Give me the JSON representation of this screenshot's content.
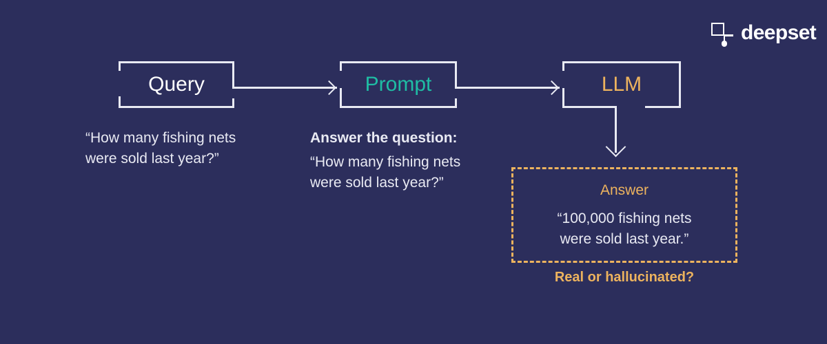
{
  "brand": {
    "name": "deepset",
    "logo_icon": "deepset-square-node-logo"
  },
  "colors": {
    "background": "#2c2e5c",
    "line": "#e9eaf3",
    "text": "#e9eaf3",
    "teal": "#1fbda4",
    "amber": "#edb35e"
  },
  "flow": {
    "nodes": [
      {
        "id": "query",
        "label": "Query",
        "color": "white"
      },
      {
        "id": "prompt",
        "label": "Prompt",
        "color": "teal"
      },
      {
        "id": "llm",
        "label": "LLM",
        "color": "amber"
      }
    ],
    "arrows": [
      {
        "from": "query",
        "to": "prompt",
        "direction": "right"
      },
      {
        "from": "prompt",
        "to": "llm",
        "direction": "right"
      },
      {
        "from": "llm",
        "to": "answer",
        "direction": "down"
      }
    ]
  },
  "captions": {
    "query": {
      "lines": [
        "“How many fishing nets",
        "were sold last year?”"
      ]
    },
    "prompt": {
      "heading": "Answer the question:",
      "lines": [
        "“How many fishing nets",
        "were sold last year?”"
      ]
    }
  },
  "answer": {
    "title": "Answer",
    "lines": [
      "“100,000 fishing nets",
      "were sold last year.”"
    ],
    "note": "Real or hallucinated?"
  }
}
